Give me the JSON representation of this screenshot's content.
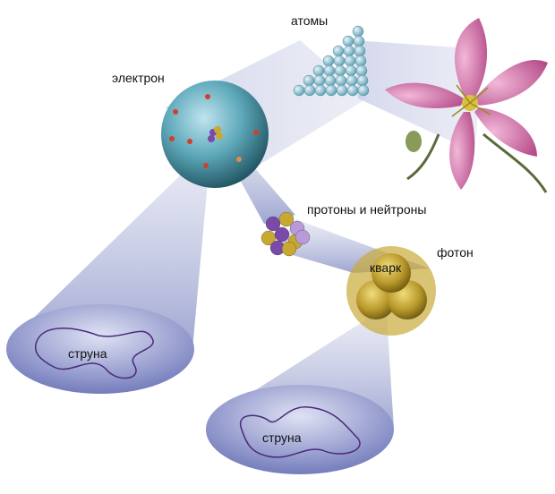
{
  "labels": {
    "atoms": "атомы",
    "electron": "электрон",
    "nucleons": "протоны и нейтроны",
    "photon": "фотон",
    "quark": "кварк",
    "string1": "струна",
    "string2": "струна"
  },
  "colors": {
    "cone": "#9aa3cf",
    "electron_sphere": "#4a96a8",
    "atom_ball": "#8cc4d4",
    "quark_ball": "#b8982a",
    "string_disk": "#7d86c4",
    "string_line": "#4a2a7a",
    "flower": "#c85a9a"
  }
}
